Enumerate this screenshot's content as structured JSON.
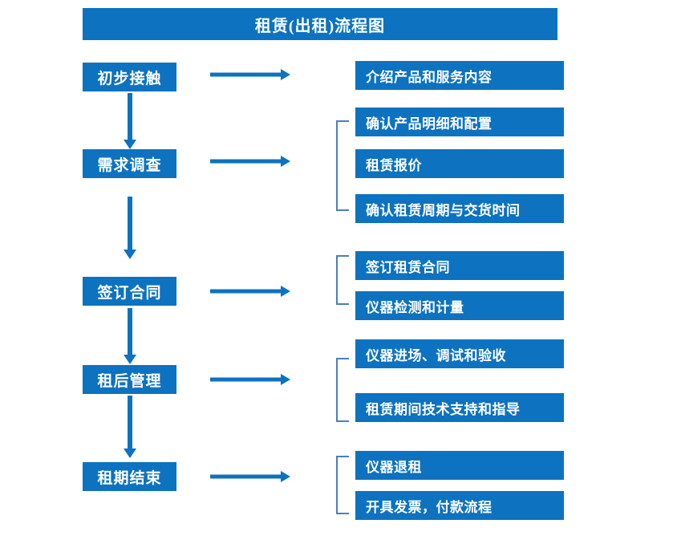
{
  "chart": {
    "title": "租赁(出租)流程图",
    "colors": {
      "primary": "#0d72c0",
      "bracket": "#4a7ebb",
      "text": "#ffffff",
      "background": "#ffffff"
    }
  },
  "stages": [
    {
      "id": "stage-1",
      "label": "初步接触",
      "details": [
        "介绍产品和服务内容"
      ]
    },
    {
      "id": "stage-2",
      "label": "需求调查",
      "details": [
        "确认产品明细和配置",
        "租赁报价",
        "确认租赁周期与交货时间"
      ]
    },
    {
      "id": "stage-3",
      "label": "签订合同",
      "details": [
        "签订租赁合同",
        "仪器检测和计量"
      ]
    },
    {
      "id": "stage-4",
      "label": "租后管理",
      "details": [
        "仪器进场、调试和验收",
        "租赁期间技术支持和指导"
      ]
    },
    {
      "id": "stage-5",
      "label": "租期结束",
      "details": [
        "仪器退租",
        "开具发票，付款流程"
      ]
    }
  ],
  "details_flat": [
    "介绍产品和服务内容",
    "确认产品明细和配置",
    "租赁报价",
    "确认租赁周期与交货时间",
    "签订租赁合同",
    "仪器检测和计量",
    "仪器进场、调试和验收",
    "租赁期间技术支持和指导",
    "仪器退租",
    "开具发票，付款流程"
  ]
}
